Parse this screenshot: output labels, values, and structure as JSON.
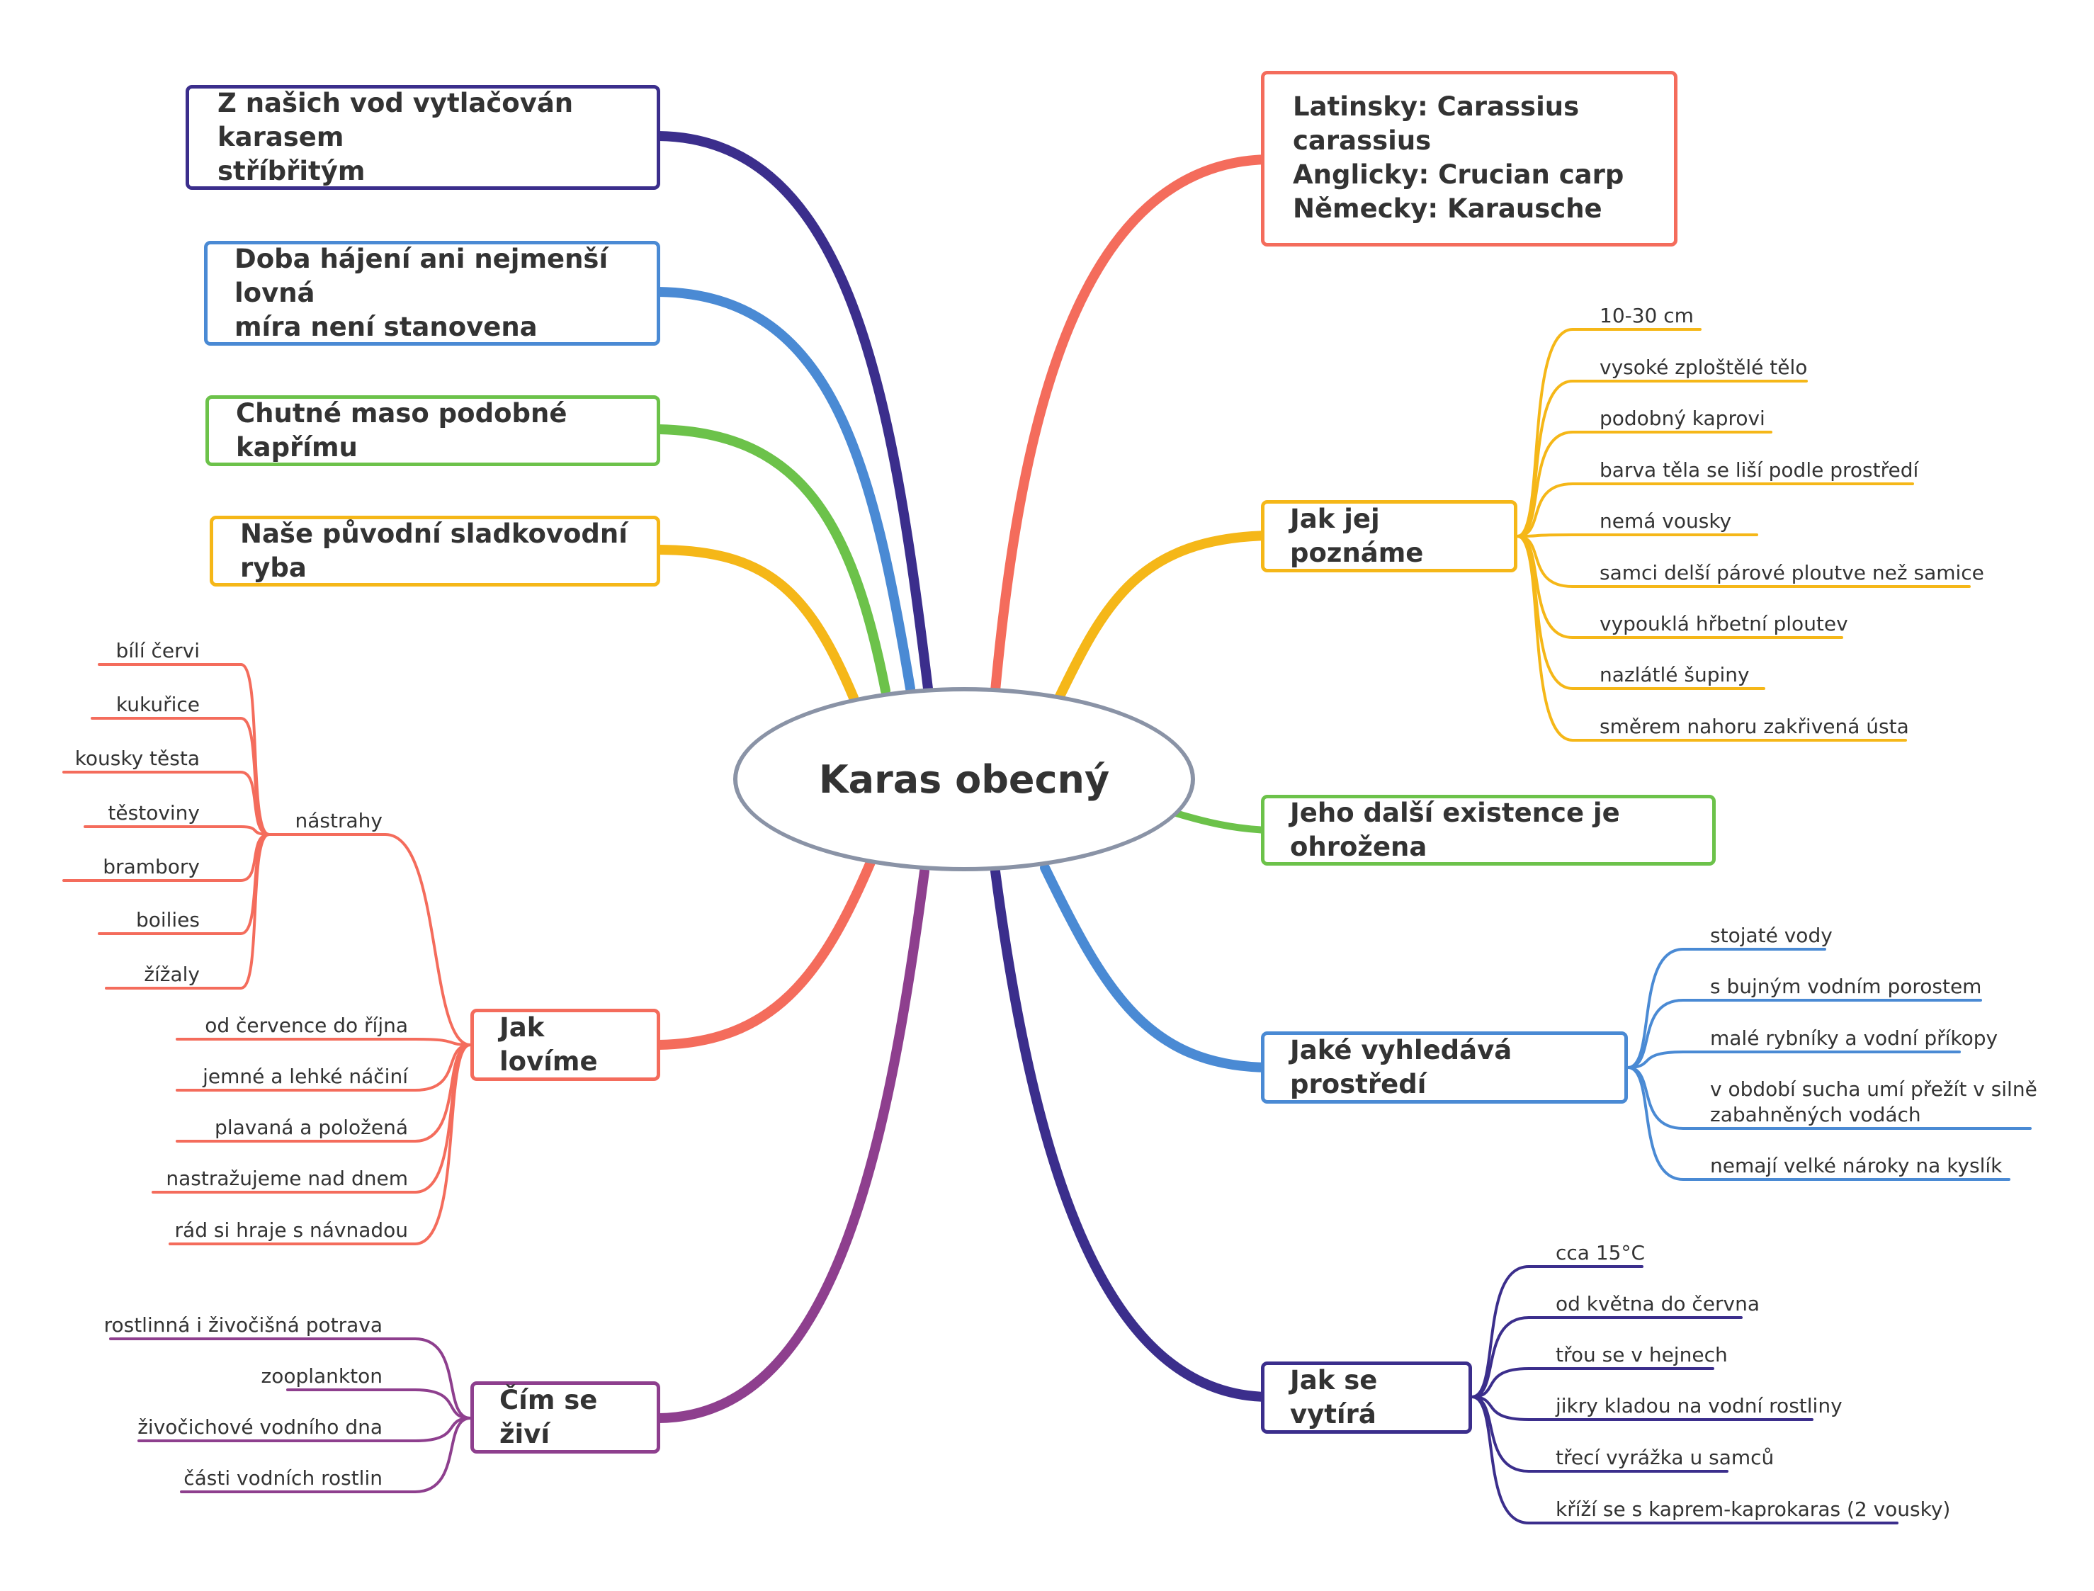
{
  "center": {
    "label": "Karas obecný"
  },
  "colors": {
    "navy": "#3b2e8c",
    "blue": "#4a8ad4",
    "green": "#6cc24a",
    "yellow": "#f5b718",
    "coral": "#f46c5c",
    "purple": "#8e3f8e",
    "ellipse": "#8a93a6"
  },
  "left_boxes": [
    {
      "lines": [
        "Z našich vod vytlačován karasem",
        "stříbřitým"
      ]
    },
    {
      "lines": [
        "Doba hájení ani nejmenší lovná",
        "míra není stanovena"
      ]
    },
    {
      "lines": [
        "Chutné maso podobné kapřímu"
      ]
    },
    {
      "lines": [
        "Naše původní sladkovodní ryba"
      ]
    }
  ],
  "right_boxes": {
    "names": {
      "lines": [
        "Latinsky: Carassius carassius",
        "Anglicky: Crucian carp",
        "Německy: Karausche"
      ]
    },
    "existence": {
      "label": "Jeho další existence je ohrožena"
    }
  },
  "branches": {
    "poznani": {
      "label": "Jak jej poznáme",
      "items": [
        "10-30 cm",
        "vysoké zploštělé tělo",
        "podobný kaprovi",
        "barva těla se liší podle prostředí",
        "nemá vousky",
        "samci delší párové ploutve než samice",
        "vypouklá hřbetní ploutev",
        "nazlátlé šupiny",
        "směrem nahoru zakřivená ústa"
      ]
    },
    "prostredi": {
      "label": "Jaké vyhledává prostředí",
      "items": [
        "stojaté vody",
        "s bujným vodním porostem",
        "malé rybníky a vodní příkopy",
        "v období sucha umí přežít v silně",
        "zabahněných vodách",
        "nemají velké nároky na kyslík"
      ]
    },
    "vytira": {
      "label": "Jak se vytírá",
      "items": [
        "cca 15°C",
        "od května do června",
        "třou se v hejnech",
        "jikry kladou na vodní rostliny",
        "třecí vyrážka u samců",
        "kříží se s kaprem-kaprokaras (2 vousky)"
      ]
    },
    "lovime": {
      "label": "Jak lovíme",
      "nastrahy_label": "nástrahy",
      "nastrahy": [
        "bílí červi",
        "kukuřice",
        "kousky těsta",
        "těstoviny",
        "brambory",
        "boilies",
        "žížaly"
      ],
      "items": [
        "od července do října",
        "jemné a lehké náčiní",
        "plavaná a položená",
        "nastražujeme nad dnem",
        "rád si hraje s návnadou"
      ]
    },
    "zivi": {
      "label": "Čím se živí",
      "items": [
        "rostlinná i živočišná potrava",
        "zooplankton",
        "živočichové vodního dna",
        "části vodních rostlin"
      ]
    }
  }
}
